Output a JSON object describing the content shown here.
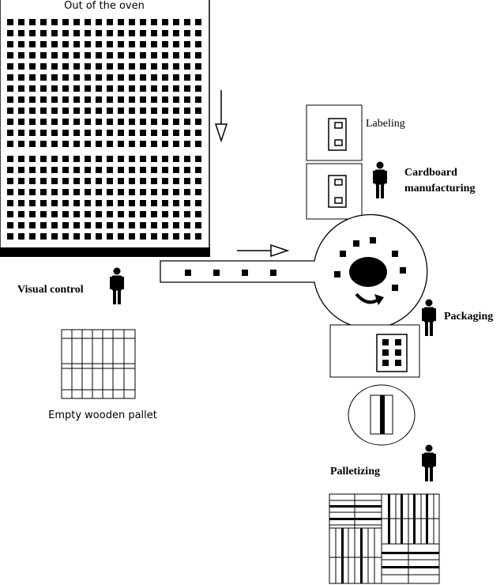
{
  "labels": {
    "oven": "Out of the oven",
    "labeling": "Labeling",
    "cardboard_line1": "Cardboard",
    "cardboard_line2": "manufacturing",
    "visual_control": "Visual control",
    "packaging": "Packaging",
    "empty_pallet": "Empty wooden pallet",
    "palletizing": "Palletizing"
  },
  "colors": {
    "ink": "#000000",
    "paper": "#ffffff"
  },
  "icons": {
    "worker": "person-icon",
    "flow": "arrow-icon",
    "rotation": "curved-arrow-icon"
  }
}
